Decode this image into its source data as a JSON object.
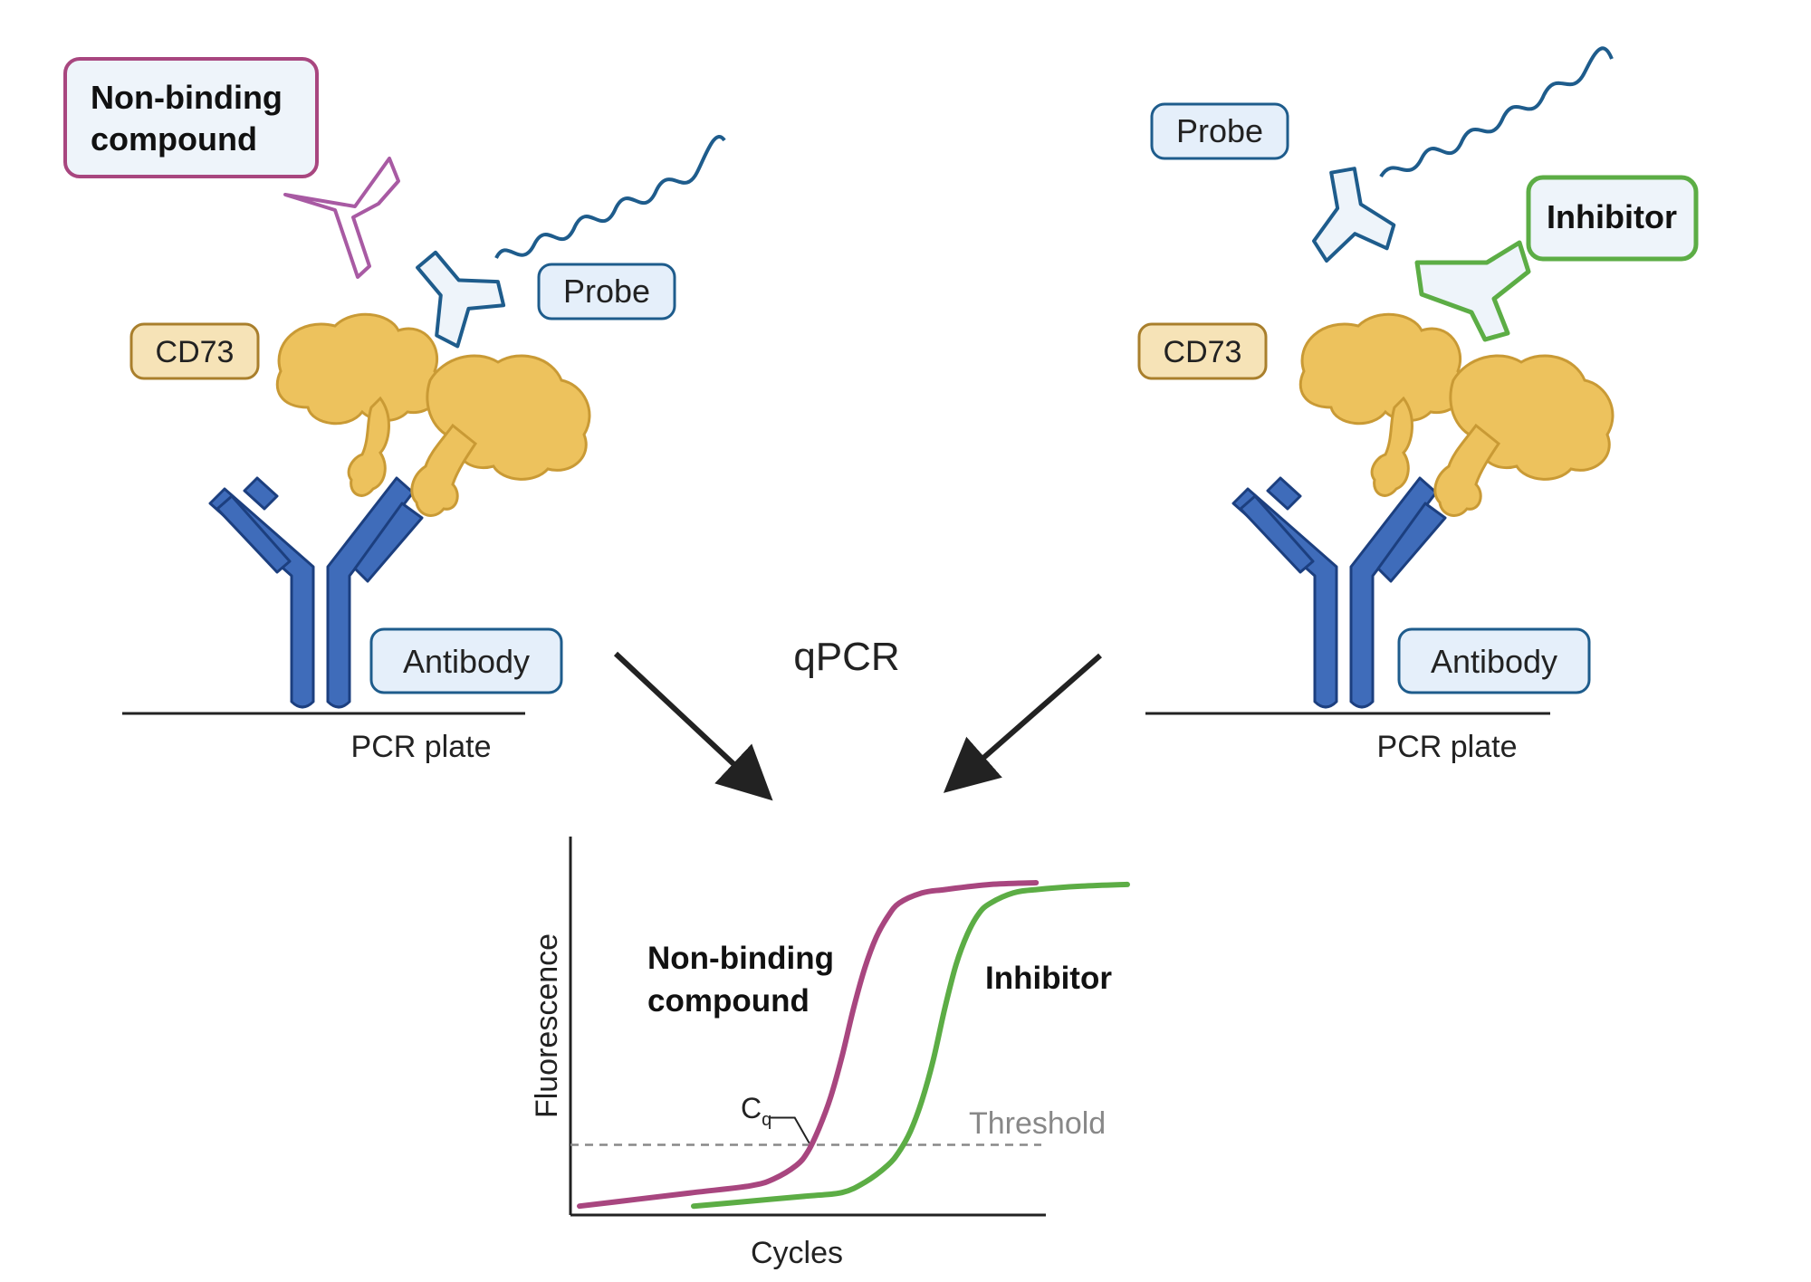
{
  "left_panel": {
    "compound_label": [
      "Non-binding",
      "compound"
    ],
    "probe_label": "Probe",
    "protein_label": "CD73",
    "antibody_label": "Antibody",
    "plate_label": "PCR plate"
  },
  "right_panel": {
    "probe_label": "Probe",
    "inhibitor_label": "Inhibitor",
    "protein_label": "CD73",
    "antibody_label": "Antibody",
    "plate_label": "PCR plate"
  },
  "method_label": "qPCR",
  "chart": {
    "ylabel": "Fluorescence",
    "xlabel": "Cycles",
    "threshold_label": "Threshold",
    "cq_label": "C",
    "cq_subscript": "q",
    "series_label_nonbinding": [
      "Non-binding",
      "compound"
    ],
    "series_label_inhibitor": "Inhibitor"
  },
  "colors": {
    "nonbinding": "#a8467f",
    "inhibitor": "#5cad45",
    "probe_stroke": "#1e5c8c",
    "probe_fill": "#eef4fa",
    "antibody": "#3f6cba",
    "cd73_fill": "#edc25d",
    "cd73_stroke": "#c99a35",
    "cd73_label_bg": "#f6e3b7",
    "label_bg": "#e5effa",
    "arrow": "#222222"
  },
  "chart_data": {
    "type": "line",
    "title": "",
    "xlabel": "Cycles",
    "ylabel": "Fluorescence",
    "series": [
      {
        "name": "Non-binding compound",
        "color": "#a8467f",
        "x": [
          0,
          5,
          10,
          15,
          17,
          19,
          20,
          21,
          22,
          23,
          24,
          25,
          26,
          27,
          28,
          30,
          32,
          36,
          40
        ],
        "y": [
          0.01,
          0.03,
          0.05,
          0.07,
          0.09,
          0.13,
          0.17,
          0.24,
          0.33,
          0.45,
          0.59,
          0.71,
          0.8,
          0.86,
          0.9,
          0.93,
          0.94,
          0.955,
          0.96
        ]
      },
      {
        "name": "Inhibitor",
        "color": "#5cad45",
        "x": [
          10,
          15,
          20,
          23,
          25,
          27,
          28,
          29,
          30,
          31,
          32,
          33,
          34,
          35,
          36,
          38,
          40,
          44,
          48
        ],
        "y": [
          0.01,
          0.025,
          0.04,
          0.05,
          0.08,
          0.13,
          0.17,
          0.23,
          0.32,
          0.44,
          0.59,
          0.72,
          0.81,
          0.87,
          0.9,
          0.93,
          0.94,
          0.95,
          0.955
        ]
      }
    ],
    "threshold": 0.19,
    "threshold_line": "dashed",
    "xlim": [
      0,
      48
    ],
    "ylim": [
      0,
      1
    ],
    "grid": false,
    "legend": "none (series labelled directly)"
  }
}
